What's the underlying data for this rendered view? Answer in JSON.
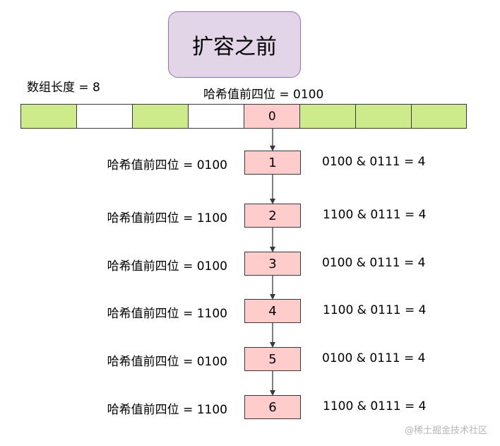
{
  "title": "扩容之前",
  "array_length_label": "数组长度 = 8",
  "head_hash_label": "哈希值前四位 = 0100",
  "array": {
    "cells": [
      {
        "label": "",
        "fill": "#cdeb8b"
      },
      {
        "label": "",
        "fill": "#ffffff"
      },
      {
        "label": "",
        "fill": "#cdeb8b"
      },
      {
        "label": "",
        "fill": "#ffffff"
      },
      {
        "label": "0",
        "fill": "#ffcccc"
      },
      {
        "label": "",
        "fill": "#cdeb8b"
      },
      {
        "label": "",
        "fill": "#cdeb8b"
      },
      {
        "label": "",
        "fill": "#cdeb8b"
      }
    ]
  },
  "chain": [
    {
      "label": "1",
      "hash": "哈希值前四位 = 0100",
      "calc": "0100 & 0111 = 4"
    },
    {
      "label": "2",
      "hash": "哈希值前四位 = 1100",
      "calc": "1100 & 0111 = 4"
    },
    {
      "label": "3",
      "hash": "哈希值前四位 = 0100",
      "calc": "0100 & 0111 = 4"
    },
    {
      "label": "4",
      "hash": "哈希值前四位 = 1100",
      "calc": "1100 & 0111 = 4"
    },
    {
      "label": "5",
      "hash": "哈希值前四位 = 0100",
      "calc": "0100 & 0111 = 4"
    },
    {
      "label": "6",
      "hash": "哈希值前四位 = 1100",
      "calc": "1100 & 0111 = 4"
    }
  ],
  "watermark": "@稀土掘金技术社区",
  "colors": {
    "title_fill": "#e1d5e7",
    "title_border": "#9673a6",
    "green_cell": "#cdeb8b",
    "pink_node": "#ffcccc",
    "stroke": "#36393d"
  }
}
